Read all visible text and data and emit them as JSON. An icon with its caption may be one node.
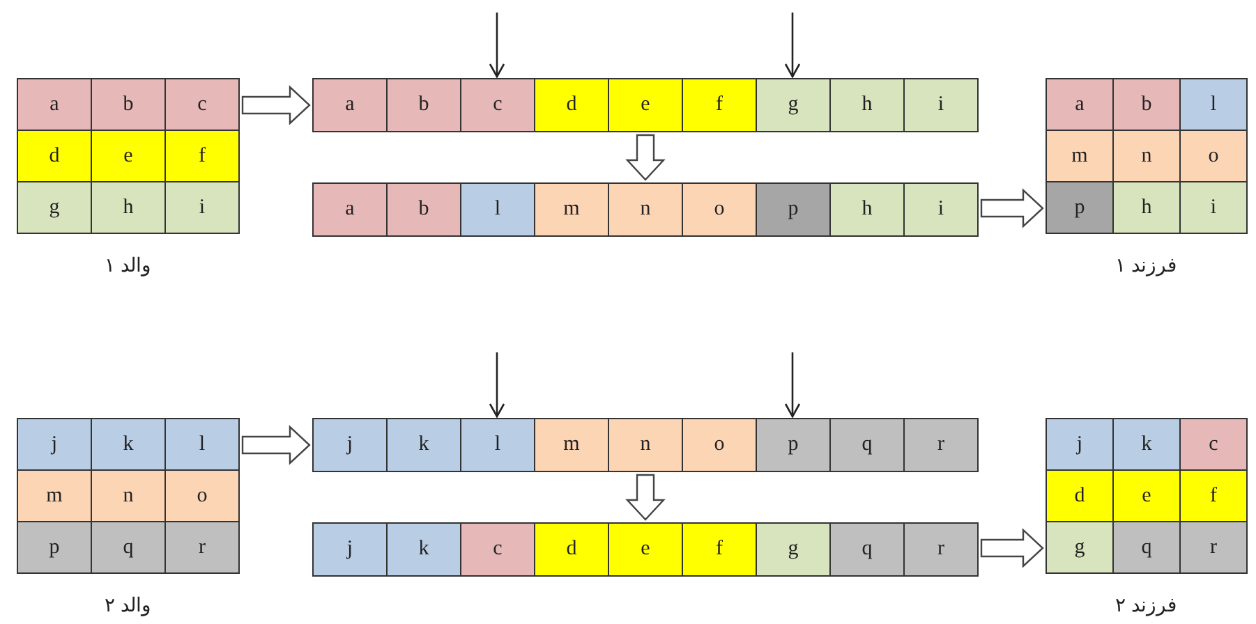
{
  "diagram": {
    "nodes": [
      {
        "text": [
          "a",
          "b",
          "c",
          "d",
          "e",
          "f",
          "g",
          "h",
          "i"
        ],
        "beside": [
          "والد ۱"
        ]
      },
      {
        "text": [
          "a",
          "b",
          "c",
          "d",
          "e",
          "f",
          "g",
          "h",
          "i"
        ]
      },
      {
        "text": [
          "a",
          "b",
          "l",
          "m",
          "n",
          "o",
          "p",
          "h",
          "i"
        ]
      },
      {
        "text": [
          "a",
          "b",
          "l",
          "m",
          "n",
          "o",
          "p",
          "h",
          "i"
        ],
        "beside": [
          "فرزند ۱"
        ]
      },
      {
        "text": [
          "j",
          "k",
          "l",
          "m",
          "n",
          "o",
          "p",
          "q",
          "r"
        ],
        "beside": [
          "والد ۲"
        ]
      },
      {
        "text": [
          "j",
          "k",
          "l",
          "m",
          "n",
          "o",
          "p",
          "q",
          "r"
        ]
      },
      {
        "text": [
          "j",
          "k",
          "c",
          "d",
          "e",
          "f",
          "g",
          "q",
          "r"
        ]
      },
      {
        "text": [
          "j",
          "k",
          "c",
          "d",
          "e",
          "f",
          "g",
          "q",
          "r"
        ],
        "beside": [
          "فرزند ۲"
        ]
      }
    ],
    "edges": [
      {
        "from": 0,
        "to": 1,
        "arrow": "to"
      },
      {
        "from": 1,
        "to": 2,
        "arrow": "to"
      },
      {
        "from": 2,
        "to": 3,
        "arrow": "to"
      },
      {
        "from": 4,
        "to": 5,
        "arrow": "to"
      },
      {
        "from": 5,
        "to": 6,
        "arrow": "to"
      },
      {
        "from": 6,
        "to": 7,
        "arrow": "to"
      },
      {
        "from": null,
        "to": 1,
        "arrow": "to"
      },
      {
        "from": null,
        "to": 1,
        "arrow": "to"
      },
      {
        "from": null,
        "to": 5,
        "arrow": "to"
      },
      {
        "from": null,
        "to": 5,
        "arrow": "to"
      }
    ]
  }
}
